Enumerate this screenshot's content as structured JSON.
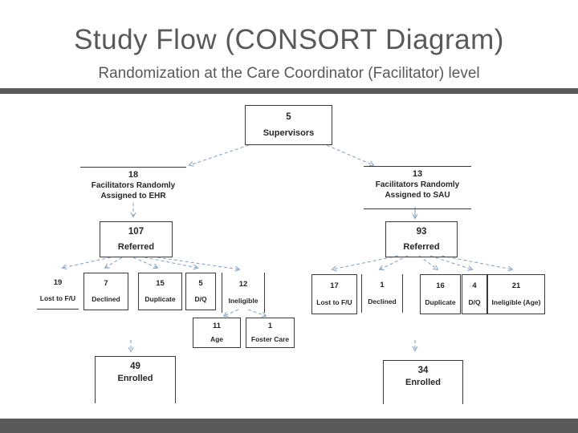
{
  "slide": {
    "title": "Study Flow (CONSORT Diagram)",
    "subtitle": "Randomization at the Care Coordinator (Facilitator) level"
  },
  "colors": {
    "accent_bar": "#595959",
    "title_text": "#595959",
    "arrow": "#8ca6c0",
    "box_border": "#3a3a3a"
  },
  "diagram": {
    "type": "consort-flow",
    "supervisors": {
      "value": "5",
      "label": "Supervisors"
    },
    "ehr_branch": {
      "value": "18",
      "line1": "Facilitators Randomly",
      "line2": "Assigned to EHR"
    },
    "sau_branch": {
      "value": "13",
      "line1": "Facilitators Randomly",
      "line2": "Assigned to SAU"
    },
    "ehr_referred": {
      "value": "107",
      "label": "Referred"
    },
    "sau_referred": {
      "value": "93",
      "label": "Referred"
    },
    "ehr_exclusions": [
      {
        "value": "19",
        "label": "Lost to F/U"
      },
      {
        "value": "7",
        "label": "Declined"
      },
      {
        "value": "15",
        "label": "Duplicate"
      },
      {
        "value": "5",
        "label": "D/Q"
      },
      {
        "value": "12",
        "label": "Ineligible"
      }
    ],
    "sau_exclusions": [
      {
        "value": "17",
        "label": "Lost to F/U"
      },
      {
        "value": "1",
        "label": "Declined"
      },
      {
        "value": "16",
        "label": "Duplicate"
      },
      {
        "value": "4",
        "label": "D/Q"
      },
      {
        "value": "21",
        "label": "Ineligible (Age)"
      }
    ],
    "ineligible_detail": [
      {
        "value": "11",
        "label": "Age"
      },
      {
        "value": "1",
        "label": "Foster Care"
      }
    ],
    "ehr_enrolled": {
      "value": "49",
      "label": "Enrolled"
    },
    "sau_enrolled": {
      "value": "34",
      "label": "Enrolled"
    }
  }
}
